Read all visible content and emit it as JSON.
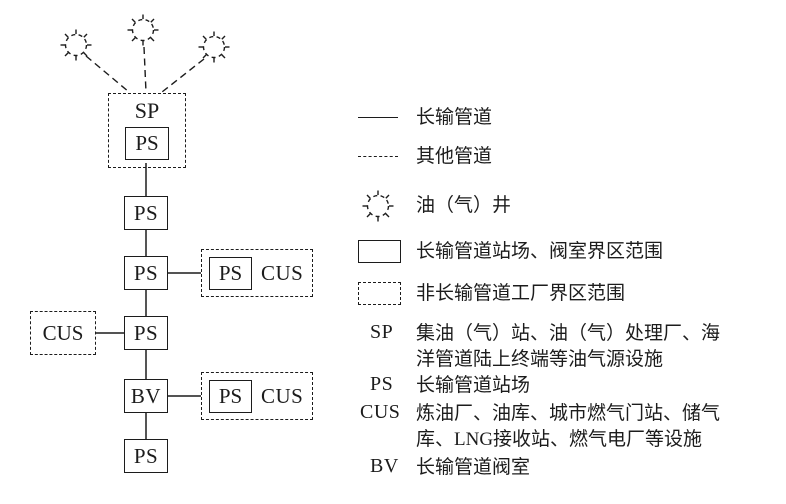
{
  "figure": {
    "chain": {
      "sp": "SP",
      "ps_source": "PS",
      "ps2": "PS",
      "ps3": "PS",
      "ps4": "PS",
      "bv": "BV",
      "ps5": "PS",
      "cus_left": "CUS",
      "branch1": {
        "ps": "PS",
        "cus": "CUS"
      },
      "branch2": {
        "ps": "PS",
        "cus": "CUS"
      }
    },
    "well_count": 3
  },
  "legend": {
    "items": [
      {
        "symbol": "solid-line",
        "label": "长输管道"
      },
      {
        "symbol": "dashed-line",
        "label": "其他管道"
      },
      {
        "symbol": "well",
        "label": "油（气）井"
      },
      {
        "symbol": "solid-rect",
        "label": "长输管道站场、阀室界区范围"
      },
      {
        "symbol": "dashed-rect",
        "label": "非长输管道工厂界区范围"
      }
    ],
    "abbreviations": [
      {
        "abbr": "SP",
        "desc": "集油（气）站、油（气）处理厂、海洋管道陆上终端等油气源设施"
      },
      {
        "abbr": "PS",
        "desc": "长输管道站场"
      },
      {
        "abbr": "CUS",
        "desc": "炼油厂、油库、城市燃气门站、储气库、LNG接收站、燃气电厂等设施"
      },
      {
        "abbr": "BV",
        "desc": "长输管道阀室"
      }
    ]
  },
  "colors": {
    "ink": "#1c1c1c",
    "background": "#ffffff"
  }
}
